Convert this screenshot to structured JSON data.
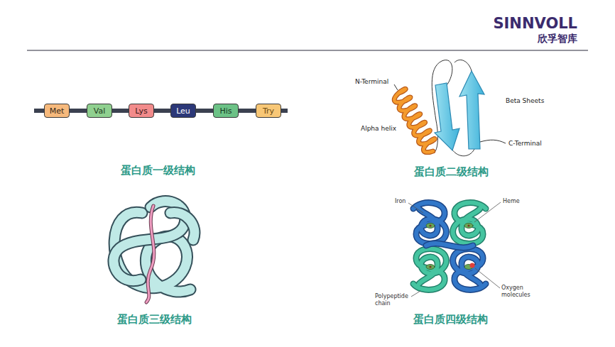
{
  "diagram": {
    "nodes": [
      {
        "text": [
          "Met"
        ]
      },
      {
        "text": [
          "Val"
        ]
      },
      {
        "text": [
          "Lys"
        ]
      },
      {
        "text": [
          "Leu"
        ]
      },
      {
        "text": [
          "His"
        ]
      },
      {
        "text": [
          "Try"
        ]
      }
    ],
    "edges": [
      {
        "from": 0,
        "to": 1,
        "arrow": "none"
      },
      {
        "from": 1,
        "to": 2,
        "arrow": "none"
      },
      {
        "from": 2,
        "to": 3,
        "arrow": "none"
      },
      {
        "from": 3,
        "to": 4,
        "arrow": "none"
      },
      {
        "from": 4,
        "to": 5,
        "arrow": "none"
      }
    ],
    "labels": [
      "SINNVOLL",
      "欣孚智库",
      "蛋白质一级结构",
      "N-Terminal",
      "Alpha helix",
      "Beta Sheets",
      "C-Terminal",
      "蛋白质二级结构",
      "蛋白质三级结构",
      "Iron",
      "Heme",
      "Polypeptide chain",
      "Oxygen molecules",
      "蛋白质四级结构"
    ]
  }
}
